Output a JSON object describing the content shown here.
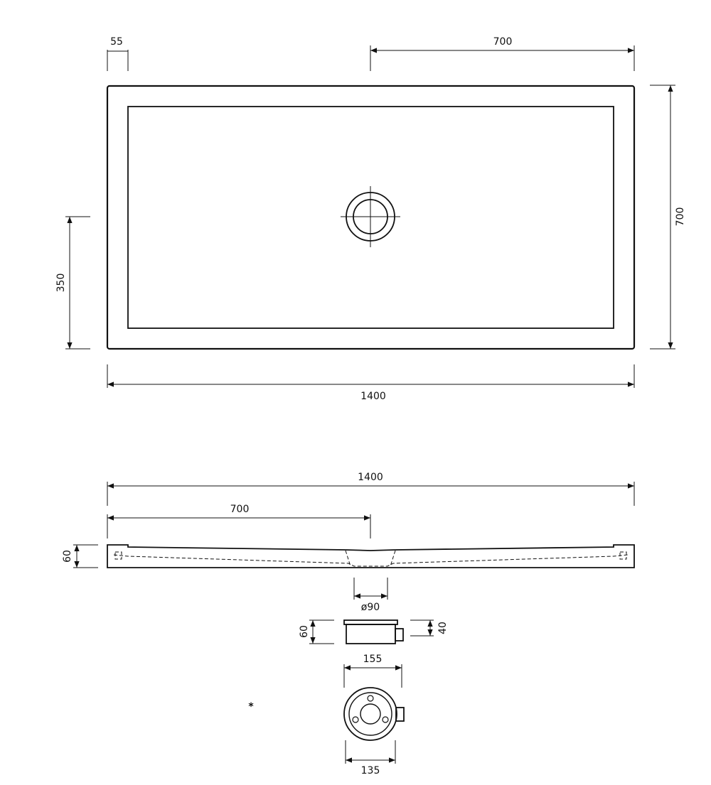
{
  "plan_view": {
    "dim_rim": "55",
    "dim_drain_x": "700",
    "dim_width": "700",
    "dim_drain_y": "350",
    "dim_length": "1400"
  },
  "side_view": {
    "dim_length": "1400",
    "dim_drain_x": "700",
    "dim_height": "60",
    "dim_outlet_diameter": "ø90"
  },
  "drain_detail": {
    "dim_body_height": "60",
    "dim_pipe_height": "40",
    "dim_top_diameter": "155",
    "dim_bottom_diameter": "135",
    "marker": "*"
  }
}
